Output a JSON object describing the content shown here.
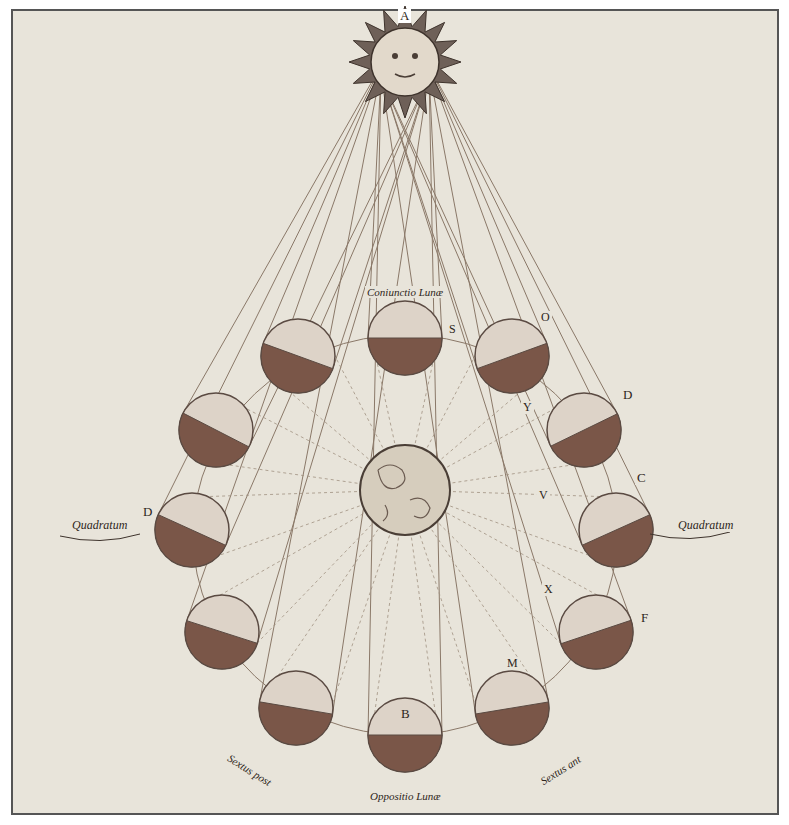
{
  "diagram": {
    "labels": [
      "A",
      "Coniunctio Lunæ",
      "S",
      "O",
      "D",
      "Y",
      "Quadratum",
      "C",
      "V",
      "D",
      "Quadratum",
      "X",
      "F",
      "M",
      "B",
      "Sextus post",
      "Oppositio Lunæ",
      "Sextus ant"
    ]
  }
}
